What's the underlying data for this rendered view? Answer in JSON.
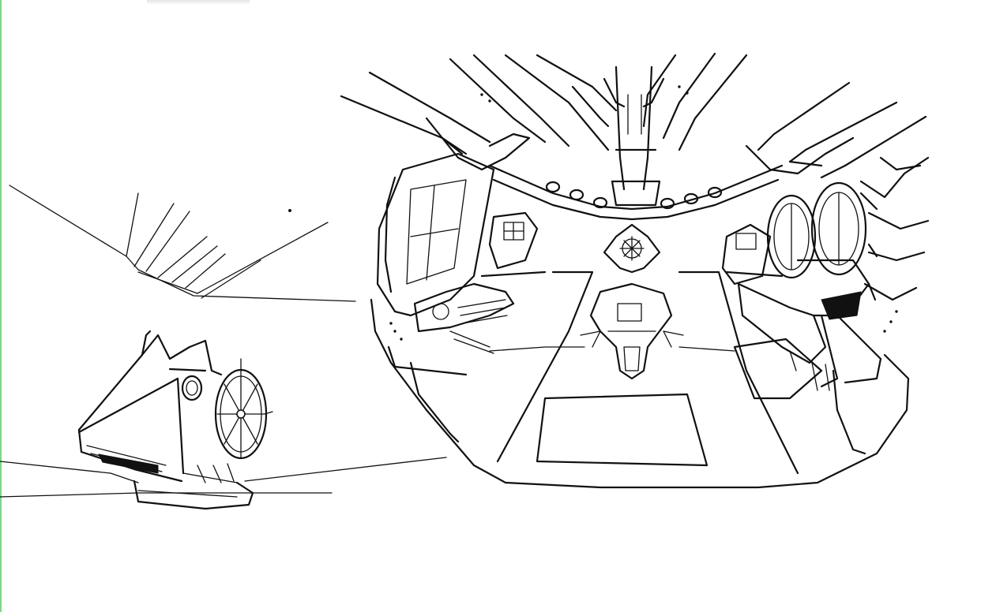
{
  "scene": {
    "description_items": [
      {
        "id": "sketch-spikes",
        "kind": "line-art"
      },
      {
        "id": "sketch-helm-console",
        "kind": "line-art"
      },
      {
        "id": "sketch-cockpit-interior",
        "kind": "line-art"
      }
    ],
    "colors": {
      "ink": "#111111",
      "paper": "#ffffff",
      "edge": "#7fd68a"
    }
  }
}
